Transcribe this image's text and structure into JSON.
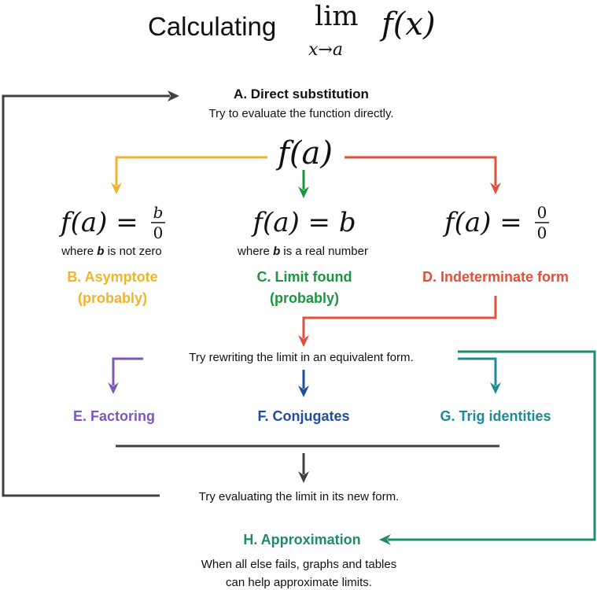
{
  "title": {
    "prefix": "Calculating",
    "lim": "lim",
    "subscript": "x→a",
    "function": "f(x)"
  },
  "step_a": {
    "title": "A. Direct substitution",
    "subtitle": "Try to evaluate the function directly."
  },
  "fa": "f(a)",
  "cases": {
    "b": {
      "lhs": "f(a) =",
      "num": "b",
      "den": "0",
      "note_pre": "where ",
      "note_var": "b",
      "note_post": " is not zero",
      "label_line1": "B. Asymptote",
      "label_line2": "(probably)"
    },
    "c": {
      "lhs": "f(a) = b",
      "note_pre": "where ",
      "note_var": "b",
      "note_post": " is a real number",
      "label_line1": "C. Limit found",
      "label_line2": "(probably)"
    },
    "d": {
      "lhs": "f(a) =",
      "num": "0",
      "den": "0",
      "label_line1": "D. Indeterminate form"
    }
  },
  "rewrite": "Try rewriting the limit in an equivalent form.",
  "methods": {
    "e": "E. Factoring",
    "f": "F. Conjugates",
    "g": "G. Trig identities"
  },
  "reevaluate": "Try evaluating the limit in its new form.",
  "approximation": {
    "title": "H. Approximation",
    "line1": "When all else fails, graphs and tables",
    "line2": "can help approximate limits."
  },
  "colors": {
    "text": "#111111",
    "gray": "#404040",
    "yellow": "#f0b429",
    "green": "#1a9641",
    "red": "#e1503a",
    "purple": "#7e57b8",
    "blue": "#1f4e9c",
    "teal": "#1e8a94",
    "tealgreen": "#1f8a6e"
  }
}
